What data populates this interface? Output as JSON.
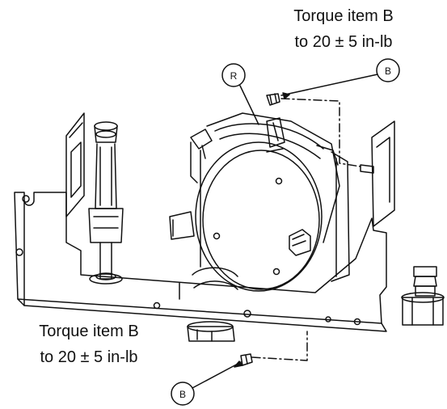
{
  "annotations": {
    "top_note": {
      "line1": "Torque item B",
      "line2": "to 20 ± 5 in-lb"
    },
    "bottom_note": {
      "line1": "Torque item B",
      "line2": "to 20 ± 5 in-lb"
    }
  },
  "callouts": {
    "r_label": "R",
    "b_top_label": "B",
    "b_bottom_label": "B"
  },
  "colors": {
    "line": "#111111",
    "paper": "#ffffff"
  }
}
